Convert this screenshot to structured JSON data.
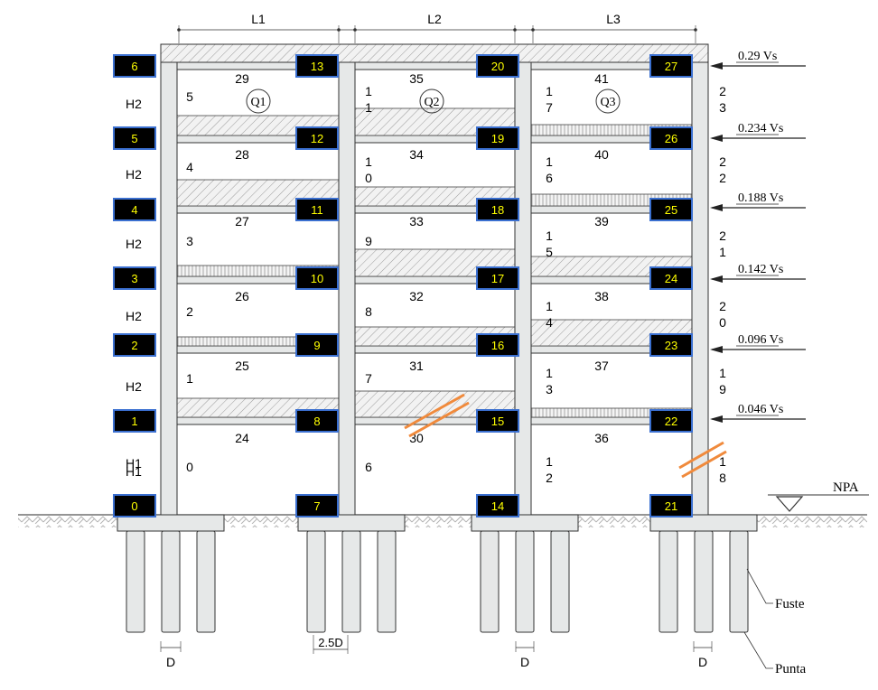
{
  "spans": [
    "L1",
    "L2",
    "L3"
  ],
  "story_label_upper": "H2",
  "story_label_ground_a": "H1",
  "story_label_ground_b": "H1",
  "node_columns": [
    [
      "0",
      "1",
      "2",
      "3",
      "4",
      "5",
      "6"
    ],
    [
      "7",
      "8",
      "9",
      "10",
      "11",
      "12",
      "13"
    ],
    [
      "14",
      "15",
      "16",
      "17",
      "18",
      "19",
      "20"
    ],
    [
      "21",
      "22",
      "23",
      "24",
      "25",
      "26",
      "27"
    ]
  ],
  "beam_labels": [
    [
      "24",
      "25",
      "26",
      "27",
      "28",
      "29"
    ],
    [
      "30",
      "31",
      "32",
      "33",
      "34",
      "35"
    ],
    [
      "36",
      "37",
      "38",
      "39",
      "40",
      "41"
    ]
  ],
  "column_labels": [
    [
      "0",
      "1",
      "2",
      "3",
      "4",
      "5"
    ],
    [
      "6",
      "7",
      "8",
      "9",
      "10",
      "11"
    ],
    [
      "12",
      "13",
      "14",
      "15",
      "16",
      "17"
    ],
    [
      "18",
      "19",
      "20",
      "21",
      "22",
      "23"
    ]
  ],
  "loads": [
    "Q1",
    "Q2",
    "Q3"
  ],
  "lateral_forces": [
    "0.29  Vs",
    "0.234 Vs",
    "0.188  Vs",
    "0.142 Vs",
    "0.096  Vs",
    "0.046  Vs"
  ],
  "water_level": "NPA",
  "pile_labels": [
    "Fuste",
    "Punta"
  ],
  "dim_labels": [
    "D",
    "2.5D",
    "D",
    "D"
  ],
  "colors": {
    "concrete": "#e6e8e8",
    "outline": "#2a2a2a",
    "node_fill": "#000000",
    "node_border": "#3a6fd0",
    "node_text": "#ffff00",
    "damage": "#f08a3c"
  }
}
